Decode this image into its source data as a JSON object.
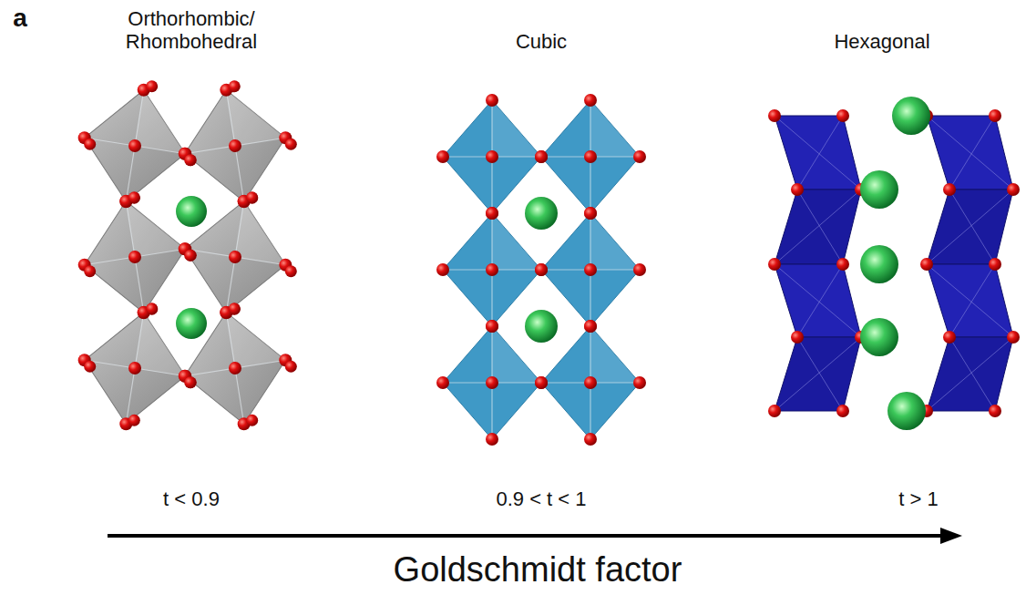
{
  "diagram": {
    "labels": [
      "a",
      "Orthorhombic/ Rhombohedral",
      "Cubic",
      "Hexagonal",
      "t < 0.9",
      "0.9 < t < 1",
      "t > 1",
      "Goldschmidt factor"
    ]
  }
}
